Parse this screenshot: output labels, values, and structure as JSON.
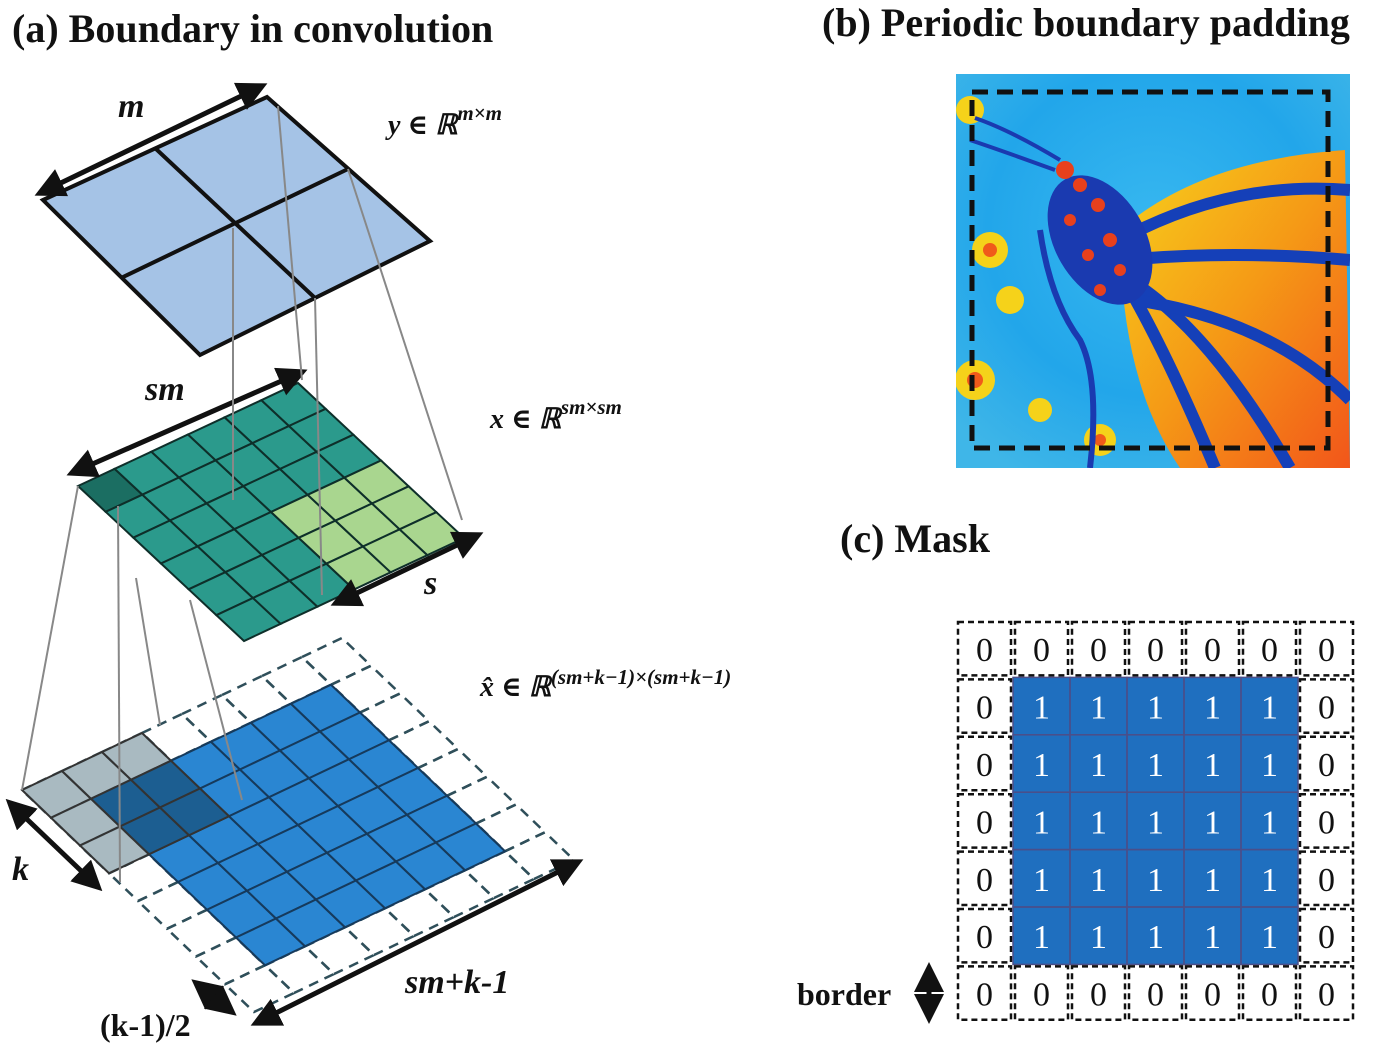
{
  "panel_a": {
    "title": "(a) Boundary in convolution",
    "label_m": "m",
    "label_sm": "sm",
    "label_s": "s",
    "label_k": "k",
    "label_smk1": "sm+k-1",
    "label_half": "(k-1)/2",
    "eq_y": {
      "base": "y ∈ ℝ",
      "sup": "m×m"
    },
    "eq_x": {
      "base": "x ∈ ℝ",
      "sup": "sm×sm"
    },
    "eq_xhat": {
      "base": "x̂ ∈ ℝ",
      "sup": "(sm+k−1)×(sm+k−1)"
    },
    "colors": {
      "y_fill": "#a5c3e6",
      "x_fill": "#2b9a8c",
      "x_dark": "#1b6e62",
      "x_light": "#a9d68f",
      "xhat_fill": "#2a86d2",
      "xhat_dark": "#1c5e91",
      "kernel_gray": "#9aaeb6"
    }
  },
  "panel_b": {
    "title": "(b) Periodic boundary padding"
  },
  "panel_c": {
    "title": "(c) Mask",
    "border_label": "border",
    "mask": [
      [
        0,
        0,
        0,
        0,
        0,
        0,
        0
      ],
      [
        0,
        1,
        1,
        1,
        1,
        1,
        0
      ],
      [
        0,
        1,
        1,
        1,
        1,
        1,
        0
      ],
      [
        0,
        1,
        1,
        1,
        1,
        1,
        0
      ],
      [
        0,
        1,
        1,
        1,
        1,
        1,
        0
      ],
      [
        0,
        1,
        1,
        1,
        1,
        1,
        0
      ],
      [
        0,
        0,
        0,
        0,
        0,
        0,
        0
      ]
    ],
    "colors": {
      "one_fill": "#1f6fbf",
      "one_text": "#ffffff",
      "zero_text": "#111111"
    }
  }
}
